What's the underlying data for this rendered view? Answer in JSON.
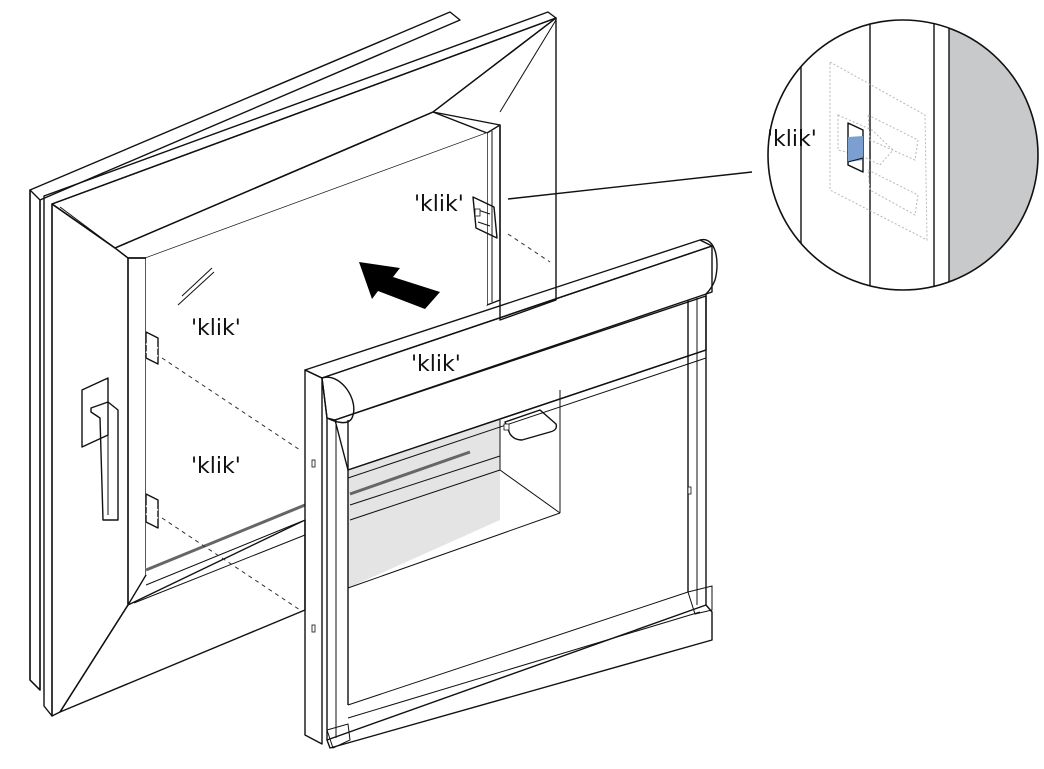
{
  "diagram": {
    "title": "Window screen installation — clip-in mounting",
    "labels": {
      "klik_top_right": "'klik'",
      "klik_left_upper": "'klik'",
      "klik_cassette": "'klik'",
      "klik_left_lower": "'klik'",
      "klik_detail": "'klik'"
    },
    "parts": {
      "window_frame": "window-frame",
      "window_handle": "window-handle",
      "mounting_clips": [
        "clip-top-right",
        "clip-left-upper",
        "clip-left-lower"
      ],
      "screen_unit": "screen-cassette-unit",
      "pull_handle": "bottom-bar-pull-handle",
      "insert_arrow": "insert-direction-arrow",
      "detail_callout": "clip-detail-magnifier"
    },
    "colors": {
      "line": "#111111",
      "frame_face": "#e3e4e3",
      "frame_side": "#d4d5d6",
      "clip_blue": "#7b9fd0",
      "screen_fabric": "#dcdddd",
      "detail_side": "#c8c9ca",
      "background": "#ffffff"
    }
  }
}
